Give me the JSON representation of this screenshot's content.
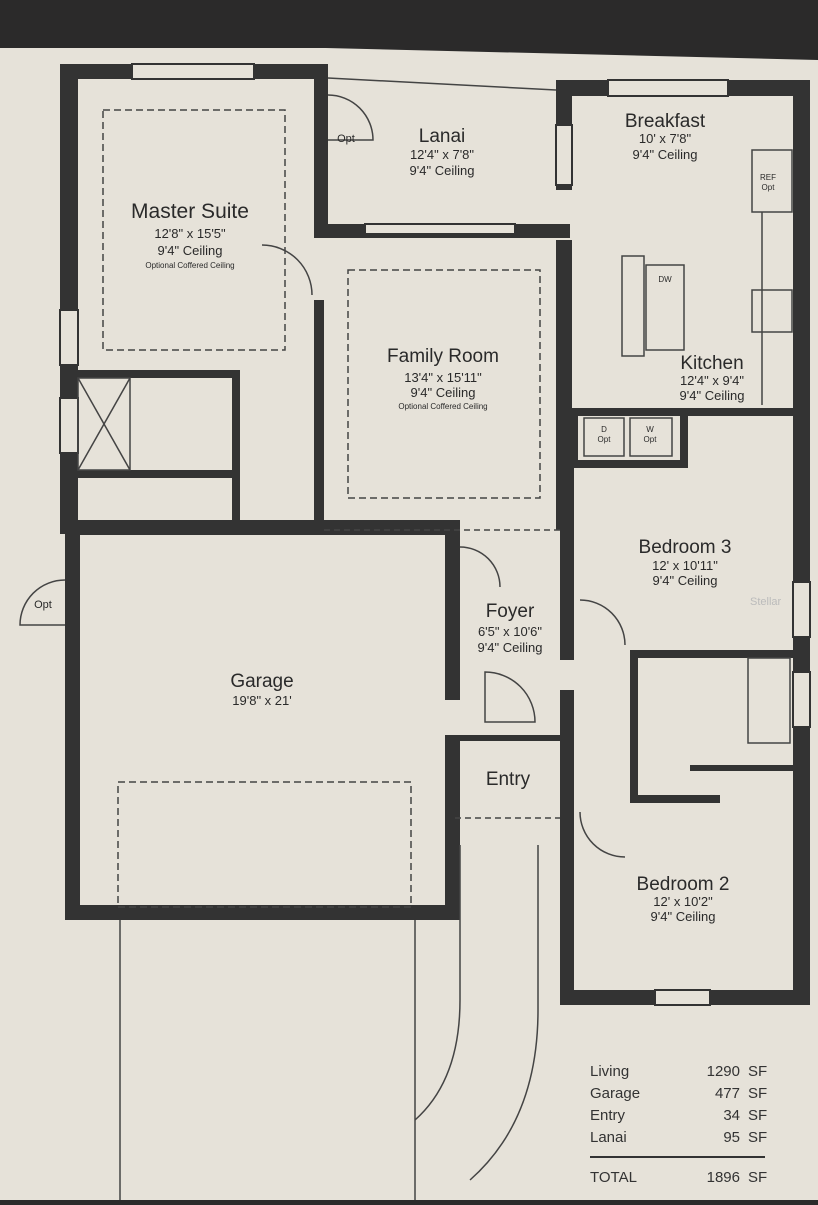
{
  "rooms": {
    "master": {
      "name": "Master Suite",
      "size": "12'8\" x 15'5\"",
      "ceiling": "9'4\" Ceiling",
      "note": "Optional Coffered Ceiling"
    },
    "lanai": {
      "name": "Lanai",
      "size": "12'4\" x 7'8\"",
      "ceiling": "9'4\" Ceiling"
    },
    "breakfast": {
      "name": "Breakfast",
      "size": "10' x 7'8\"",
      "ceiling": "9'4\" Ceiling"
    },
    "family": {
      "name": "Family Room",
      "size": "13'4\" x 15'11\"",
      "ceiling": "9'4\" Ceiling",
      "note": "Optional Coffered Ceiling"
    },
    "kitchen": {
      "name": "Kitchen",
      "size": "12'4\" x 9'4\"",
      "ceiling": "9'4\" Ceiling"
    },
    "bedroom3": {
      "name": "Bedroom 3",
      "size": "12' x 10'11\"",
      "ceiling": "9'4\" Ceiling"
    },
    "foyer": {
      "name": "Foyer",
      "size": "6'5\" x 10'6\"",
      "ceiling": "9'4\" Ceiling"
    },
    "garage": {
      "name": "Garage",
      "size": "19'8\" x 21'"
    },
    "entry": {
      "name": "Entry"
    },
    "bedroom2": {
      "name": "Bedroom 2",
      "size": "12' x 10'2\"",
      "ceiling": "9'4\" Ceiling"
    }
  },
  "fixtures": {
    "opt": "Opt",
    "ref": "REF",
    "dw": "DW",
    "dryer": "D",
    "washer": "W"
  },
  "area_table": {
    "rows": [
      {
        "label": "Living",
        "value": "1290",
        "unit": "SF"
      },
      {
        "label": "Garage",
        "value": "477",
        "unit": "SF"
      },
      {
        "label": "Entry",
        "value": "34",
        "unit": "SF"
      },
      {
        "label": "Lanai",
        "value": "95",
        "unit": "SF"
      }
    ],
    "total": {
      "label": "TOTAL",
      "value": "1896",
      "unit": "SF"
    }
  },
  "watermark": "Stellar"
}
